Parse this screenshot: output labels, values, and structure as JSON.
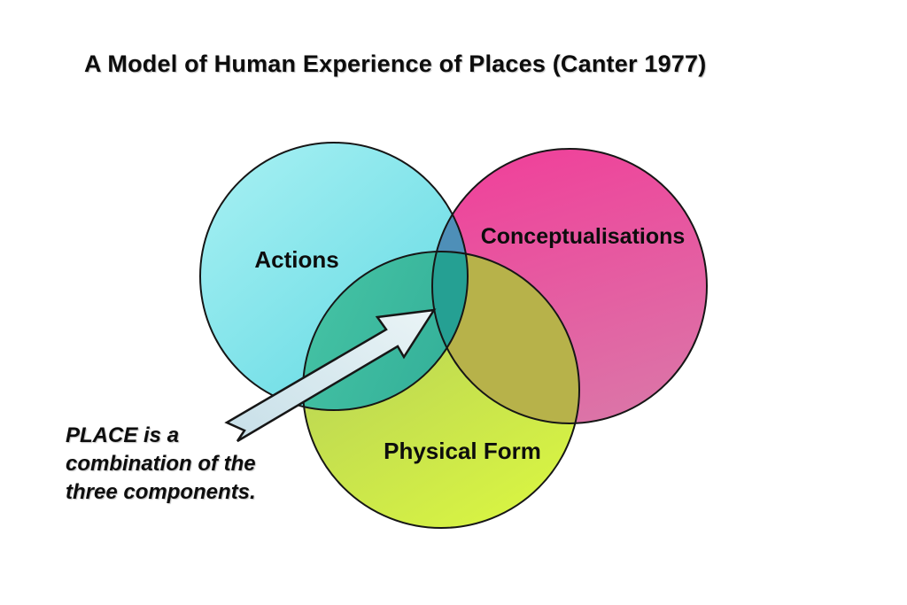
{
  "slide": {
    "title": "A Model of Human Experience of Places (Canter 1977)",
    "background_color": "#ffffff"
  },
  "diagram": {
    "type": "venn",
    "circles": [
      {
        "id": "actions",
        "label": "Actions",
        "fill_start": "#A9F1F3",
        "fill_end": "#62D9E3"
      },
      {
        "id": "conceptualisations",
        "label": "Conceptualisations",
        "fill_start": "#F0409A",
        "fill_end": "#DC73A7"
      },
      {
        "id": "physical_form",
        "label": "Physical Form",
        "fill_start": "#AFC95C",
        "fill_end": "#D6F244"
      }
    ],
    "overlaps": {
      "actions_conceptualisations": "#4E8FB8",
      "actions_physical_start": "#47C5A5",
      "actions_physical_end": "#28A392",
      "conceptualisations_physical": "#B7B24A",
      "center_place": "#25A093"
    },
    "outline_color": "#161616",
    "arrow": {
      "meaning": "points-to-center-place-region",
      "fill_start": "#C7DFE8",
      "fill_end": "#EAF4F6",
      "outline": "#161616"
    },
    "annotation": {
      "lines": [
        "PLACE is a",
        "combination of the",
        "three components."
      ]
    }
  }
}
